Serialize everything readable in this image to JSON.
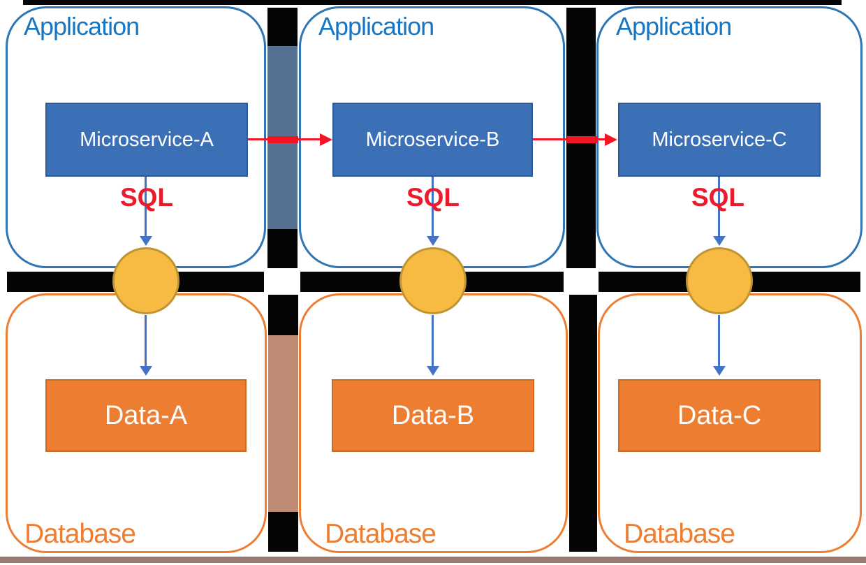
{
  "columns": [
    {
      "app_label": "Application",
      "service_label": "Microservice-A",
      "sql_label": "SQL",
      "data_label": "Data-A",
      "db_label": "Database"
    },
    {
      "app_label": "Application",
      "service_label": "Microservice-B",
      "sql_label": "SQL",
      "data_label": "Data-B",
      "db_label": "Database"
    },
    {
      "app_label": "Application",
      "service_label": "Microservice-C",
      "sql_label": "SQL",
      "data_label": "Data-C",
      "db_label": "Database"
    }
  ],
  "colors": {
    "app_border": "#2E75B6",
    "app_label_text": "#1776C4",
    "service_fill": "#3B6FB6",
    "service_border": "#2A5A9C",
    "service_text": "#FFFFFF",
    "db_border": "#ED7D31",
    "db_label_text": "#ED7D31",
    "data_fill": "#ED7D31",
    "data_border": "#C76A22",
    "data_text": "#FFFFFF",
    "sql_text": "#EA1B2D",
    "red_arrow": "#F31426",
    "blue_arrow": "#4472C4",
    "circle_fill": "#F7BA42",
    "circle_border": "#BF9433",
    "slate_gap_bar": "#567192",
    "salmon_gap_bar": "#BD8B73",
    "artifact_black": "#050505",
    "bottom_strip": "#9A7A72"
  }
}
